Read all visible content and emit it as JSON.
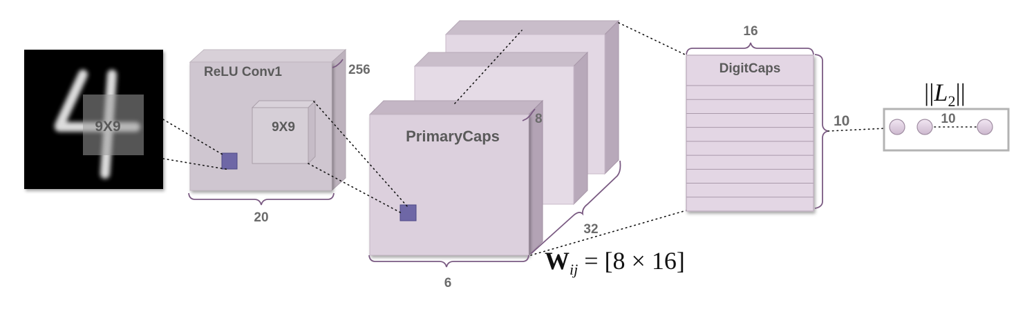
{
  "input_patch_label": "9X9",
  "conv1": {
    "title": "ReLU Conv1",
    "kernel_label": "9X9",
    "depth_label": "256",
    "width_label": "20"
  },
  "primary_caps": {
    "title": "PrimaryCaps",
    "depth_label": "8",
    "count_label": "32",
    "width_label": "6"
  },
  "digit_caps": {
    "title": "DigitCaps",
    "width_label": "16",
    "height_label": "10",
    "row_count": 10
  },
  "weight_formula": {
    "bold": "W",
    "subscript": "ij",
    "rest": " = [8 × 16]"
  },
  "output": {
    "norm_open": "||",
    "var": "L",
    "sub": "2",
    "norm_close": "||",
    "count_label": "10"
  },
  "colors": {
    "cube_front": "#ddd0de",
    "cube_top": "#c9b8ca",
    "cube_side": "#b9a6bb",
    "conv_face": "#cfc6d0",
    "kernel_square": "#6e67a6",
    "brace": "#7a5a82",
    "input_bg": "#000000"
  }
}
